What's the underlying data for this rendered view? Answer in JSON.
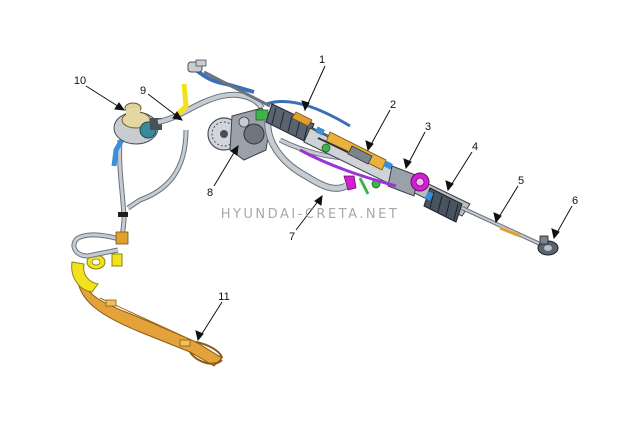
{
  "watermark": "HYUNDAI-CRETA.NET",
  "callouts": [
    {
      "id": "1",
      "label": "1"
    },
    {
      "id": "2",
      "label": "2"
    },
    {
      "id": "3",
      "label": "3"
    },
    {
      "id": "4",
      "label": "4"
    },
    {
      "id": "5",
      "label": "5"
    },
    {
      "id": "6",
      "label": "6"
    },
    {
      "id": "7",
      "label": "7"
    },
    {
      "id": "8",
      "label": "8"
    },
    {
      "id": "9",
      "label": "9"
    },
    {
      "id": "10",
      "label": "10"
    },
    {
      "id": "11",
      "label": "11"
    }
  ],
  "colors": {
    "hose_gray": "#9aa3ad",
    "hose_dark": "#6b737c",
    "rack_gray": "#b9bec4",
    "boot_dark": "#3e4650",
    "clamp_yellow": "#f2e21c",
    "bracket_orange": "#e0a030",
    "hose_blue": "#3a8fd6",
    "valve_magenta": "#d020d0",
    "clamp_green": "#3fb24a",
    "line_purple": "#9b35d6"
  }
}
